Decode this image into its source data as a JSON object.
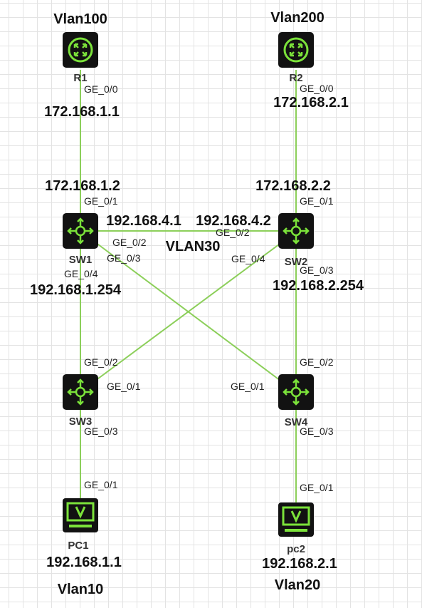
{
  "colors": {
    "link": "#8ccf5a",
    "device_body": "#121212",
    "device_glyph": "#7be23a",
    "grid": "#e3e3e3"
  },
  "titles": {
    "r1_vlan": "Vlan100",
    "r2_vlan": "Vlan200",
    "pc1_vlan": "Vlan10",
    "pc2_vlan": "Vlan20",
    "middle_vlan": "VLAN30"
  },
  "devices": {
    "r1": {
      "label": "R1",
      "icon": "router-icon"
    },
    "r2": {
      "label": "R2",
      "icon": "router-icon"
    },
    "sw1": {
      "label": "SW1",
      "icon": "switch-icon"
    },
    "sw2": {
      "label": "SW2",
      "icon": "switch-icon"
    },
    "sw3": {
      "label": "SW3",
      "icon": "switch-icon"
    },
    "sw4": {
      "label": "SW4",
      "icon": "switch-icon"
    },
    "pc1": {
      "label": "PC1",
      "icon": "pc-icon"
    },
    "pc2": {
      "label": "pc2",
      "icon": "pc-icon"
    }
  },
  "ips": {
    "r1": "172.168.1.1",
    "r2": "172.168.2.1",
    "sw1_up": "172.168.1.2",
    "sw2_up": "172.168.2.2",
    "sw1_mid": "192.168.4.1",
    "sw2_mid": "192.168.4.2",
    "sw1_down": "192.168.1.254",
    "sw2_down": "192.168.2.254",
    "pc1": "192.168.1.1",
    "pc2": "192.168.2.1"
  },
  "ports": {
    "r1_ge0": "GE_0/0",
    "r2_ge0": "GE_0/0",
    "sw1_ge1": "GE_0/1",
    "sw2_ge1": "GE_0/1",
    "sw1_ge2": "GE_0/2",
    "sw2_ge2": "GE_0/2",
    "sw1_ge3": "GE_0/3",
    "sw1_ge4": "GE_0/4",
    "sw2_ge4": "GE_0/4",
    "sw2_ge3": "GE_0/3",
    "sw3_ge2": "GE_0/2",
    "sw3_ge1": "GE_0/1",
    "sw4_ge2": "GE_0/2",
    "sw4_ge1": "GE_0/1",
    "sw3_ge3": "GE_0/3",
    "sw4_ge3": "GE_0/3",
    "pc1_ge1": "GE_0/1",
    "pc2_ge1": "GE_0/1"
  }
}
